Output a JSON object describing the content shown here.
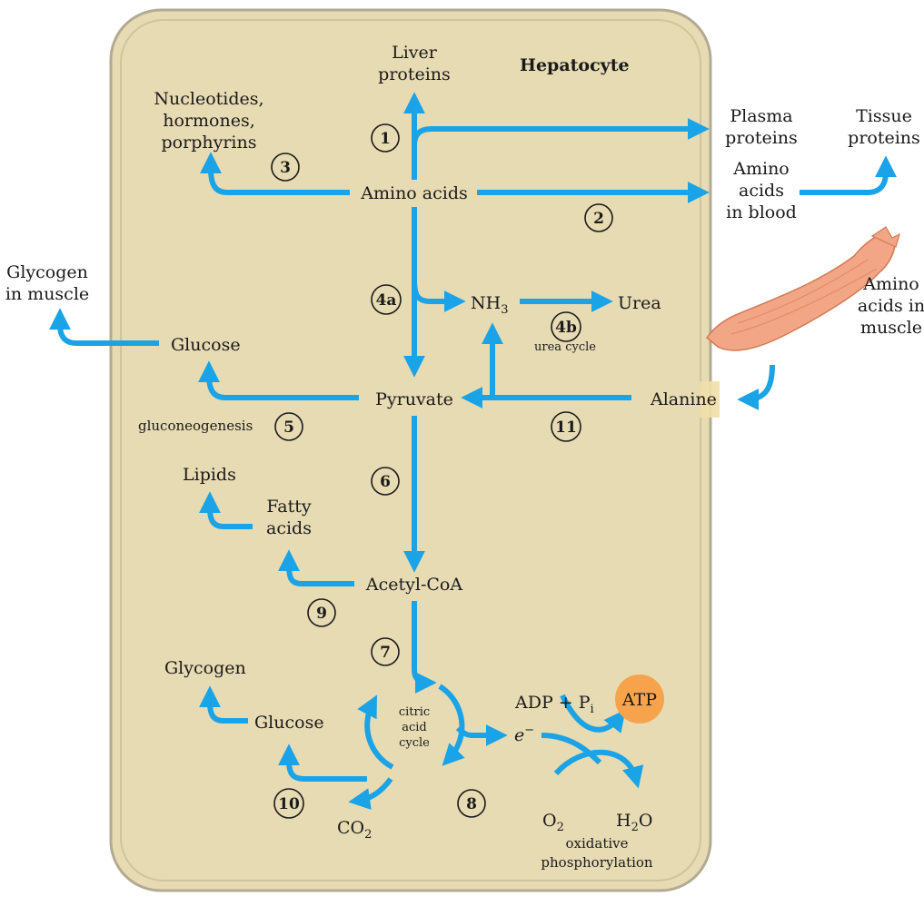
{
  "cell_label": "Hepatocyte",
  "colors": {
    "cell_fill": "#e7dbb3",
    "cell_border": "#b3aa92",
    "arrow": "#1aa3e6",
    "atp_fill": "#f6a34b",
    "muscle_fill": "#f2a686"
  },
  "nodes": {
    "liver_proteins": [
      "Liver",
      "proteins"
    ],
    "nucleotides": [
      "Nucleotides,",
      "hormones,",
      "porphyrins"
    ],
    "plasma_proteins": [
      "Plasma",
      "proteins"
    ],
    "tissue_proteins": [
      "Tissue",
      "proteins"
    ],
    "amino_acids": "Amino acids",
    "amino_acids_blood": [
      "Amino",
      "acids",
      "in blood"
    ],
    "glycogen_muscle": [
      "Glycogen",
      "in muscle"
    ],
    "amino_acids_muscle": [
      "Amino",
      "acids in",
      "muscle"
    ],
    "nh3_main": "NH",
    "nh3_sub": "3",
    "urea": "Urea",
    "urea_cycle": "urea cycle",
    "glucose_top": "Glucose",
    "pyruvate": "Pyruvate",
    "alanine": "Alanine",
    "gluconeogenesis": "gluconeogenesis",
    "lipids": "Lipids",
    "fatty_acids": [
      "Fatty",
      "acids"
    ],
    "acetyl_coa": "Acetyl-CoA",
    "glycogen_bottom": "Glycogen",
    "glucose_bottom": "Glucose",
    "citric_cycle": [
      "citric",
      "acid",
      "cycle"
    ],
    "adp_main": "ADP + P",
    "adp_sub": "i",
    "atp": "ATP",
    "electron": "e",
    "electron_sup": "−",
    "co2_main": "CO",
    "co2_sub": "2",
    "o2_main": "O",
    "o2_sub": "2",
    "h2o_main": "H",
    "h2o_sub": "2",
    "h2o_tail": "O",
    "oxphos": [
      "oxidative",
      "phosphorylation"
    ]
  },
  "steps": [
    "1",
    "2",
    "3",
    "4a",
    "4b",
    "5",
    "6",
    "7",
    "8",
    "9",
    "10",
    "11"
  ]
}
